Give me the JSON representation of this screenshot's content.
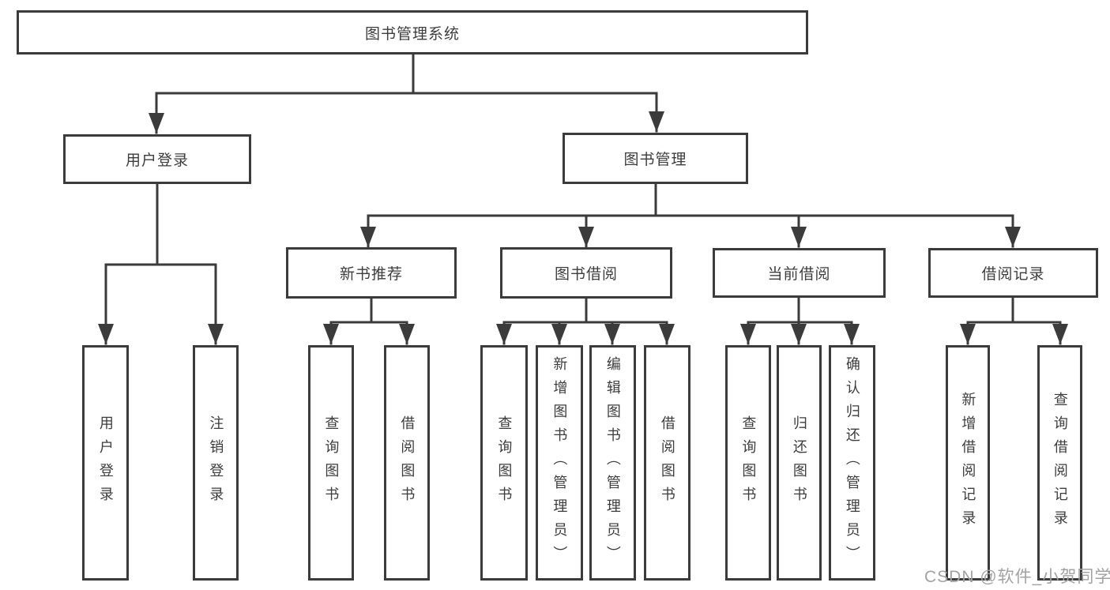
{
  "diagram": {
    "title_note": "library management system functional structure tree",
    "line_color": "#3b3b3b",
    "box_border_color": "#3b3b3b",
    "text_color": "#3d3d3d",
    "root": {
      "label": "图书管理系统"
    },
    "branches": [
      {
        "label": "用户登录",
        "children": [
          {
            "label": "用户登录"
          },
          {
            "label": "注销登录"
          }
        ]
      },
      {
        "label": "图书管理",
        "children": [
          {
            "label": "新书推荐",
            "children": [
              {
                "label": "查询图书"
              },
              {
                "label": "借阅图书"
              }
            ]
          },
          {
            "label": "图书借阅",
            "children": [
              {
                "label": "查询图书"
              },
              {
                "label": "新增图书（管理员）"
              },
              {
                "label": "编辑图书（管理员）"
              },
              {
                "label": "借阅图书"
              }
            ]
          },
          {
            "label": "当前借阅",
            "children": [
              {
                "label": "查询图书"
              },
              {
                "label": "归还图书"
              },
              {
                "label": "确认归还（管理员）"
              }
            ]
          },
          {
            "label": "借阅记录",
            "children": [
              {
                "label": "新增借阅记录"
              },
              {
                "label": "查询借阅记录"
              }
            ]
          }
        ]
      }
    ],
    "watermark": {
      "text": "CSDN @软件_小贺同学",
      "color": "#a2a2a2"
    }
  }
}
